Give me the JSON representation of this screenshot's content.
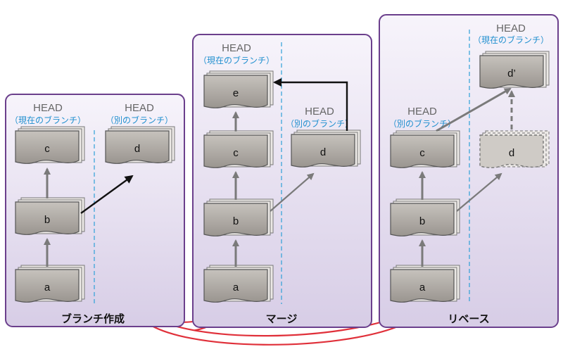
{
  "panels": [
    {
      "caption": "ブランチ作成",
      "columns": [
        {
          "head": "HEAD",
          "sub": "（現在のブランチ）"
        },
        {
          "head": "HEAD",
          "sub": "（別のブランチ）"
        }
      ],
      "commits": {
        "a": "a",
        "b": "b",
        "c": "c",
        "d": "d"
      }
    },
    {
      "caption": "マージ",
      "columns": [
        {
          "head": "HEAD",
          "sub": "（現在のブランチ）"
        },
        {
          "head": "HEAD",
          "sub": "（別のブランチ）"
        }
      ],
      "commits": {
        "a": "a",
        "b": "b",
        "c": "c",
        "d": "d",
        "e": "e"
      }
    },
    {
      "caption": "リベース",
      "columns": [
        {
          "head": "HEAD",
          "sub": "（別のブランチ）"
        },
        {
          "head": "HEAD",
          "sub": "（現在のブランチ）"
        }
      ],
      "commits": {
        "a": "a",
        "b": "b",
        "c": "c",
        "d": "d",
        "d_prime": "d’"
      }
    }
  ],
  "colors": {
    "panel_fill": "#e4ddef",
    "panel_border": "#6b3f8c",
    "commit_fill": "#a8a39e",
    "commit_back": "#ece9e6",
    "divider": "#2ea0d8",
    "sub_label": "#1f8fcf",
    "arrow_gray": "#7a7a7a",
    "flow_arrow": "#e0303a"
  }
}
